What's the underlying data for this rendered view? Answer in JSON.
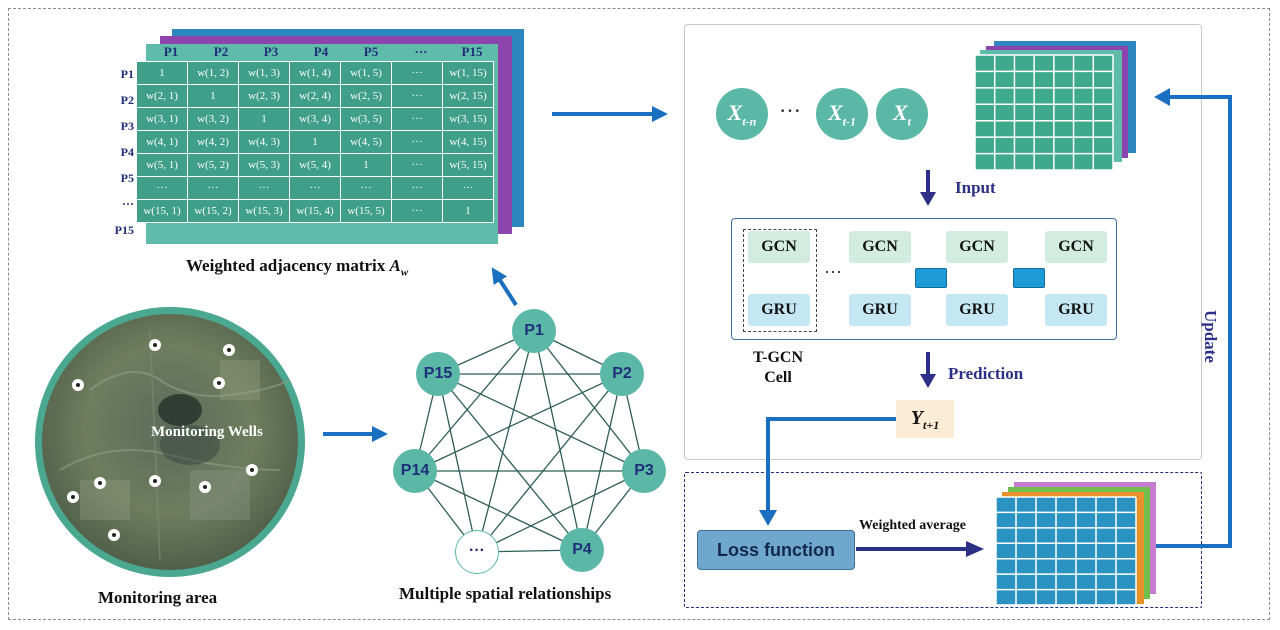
{
  "matrix": {
    "col_headers": [
      "P1",
      "P2",
      "P3",
      "P4",
      "P5",
      "···",
      "P15"
    ],
    "row_headers": [
      "P1",
      "P2",
      "P3",
      "P4",
      "P5",
      "···",
      "P15"
    ],
    "rows": [
      [
        "1",
        "w(1, 2)",
        "w(1, 3)",
        "w(1, 4)",
        "w(1, 5)",
        "···",
        "w(1, 15)"
      ],
      [
        "w(2, 1)",
        "1",
        "w(2, 3)",
        "w(2, 4)",
        "w(2, 5)",
        "···",
        "w(2, 15)"
      ],
      [
        "w(3, 1)",
        "w(3, 2)",
        "1",
        "w(3, 4)",
        "w(3, 5)",
        "···",
        "w(3, 15)"
      ],
      [
        "w(4, 1)",
        "w(4, 2)",
        "w(4, 3)",
        "1",
        "w(4, 5)",
        "···",
        "w(4, 15)"
      ],
      [
        "w(5, 1)",
        "w(5, 2)",
        "w(5, 3)",
        "w(5, 4)",
        "1",
        "···",
        "w(5, 15)"
      ],
      [
        "···",
        "···",
        "···",
        "···",
        "···",
        "···",
        "···"
      ],
      [
        "w(15, 1)",
        "w(15, 2)",
        "w(15, 3)",
        "w(15, 4)",
        "w(15, 5)",
        "···",
        "1"
      ]
    ],
    "caption": "Weighted adjacency matrix",
    "caption_symbol": "A",
    "caption_sub": "w",
    "layer_colors": [
      "#2e86c1",
      "#8e44ad",
      "#5fbcaa"
    ]
  },
  "inputs": {
    "x1": "X",
    "x1_sub": "t-n",
    "ellipsis": "···",
    "x2": "X",
    "x2_sub": "t-1",
    "x3": "X",
    "x3_sub": "t"
  },
  "labels": {
    "input": "Input",
    "prediction": "Prediction",
    "update": "Update",
    "weighted_average": "Weighted average",
    "tgcn_cell_line1": "T-GCN",
    "tgcn_cell_line2": "Cell",
    "gcn": "GCN",
    "gru": "GRU",
    "cell_ellipsis": "···",
    "loss_function": "Loss function",
    "y": "Y",
    "y_sub": "t+1",
    "monitoring_wells": "Monitoring Wells",
    "monitoring_area": "Monitoring area",
    "multiple_spatial": "Multiple spatial relationships"
  },
  "graph": {
    "nodes": [
      "P1",
      "P2",
      "P3",
      "P4",
      "···",
      "P14",
      "P15"
    ]
  },
  "colors": {
    "arrow_blue": "#1a6fc0",
    "arrow_navy": "#2b2f86",
    "teal": "#5bb8a6",
    "matrix_green": "#3f9f88"
  }
}
